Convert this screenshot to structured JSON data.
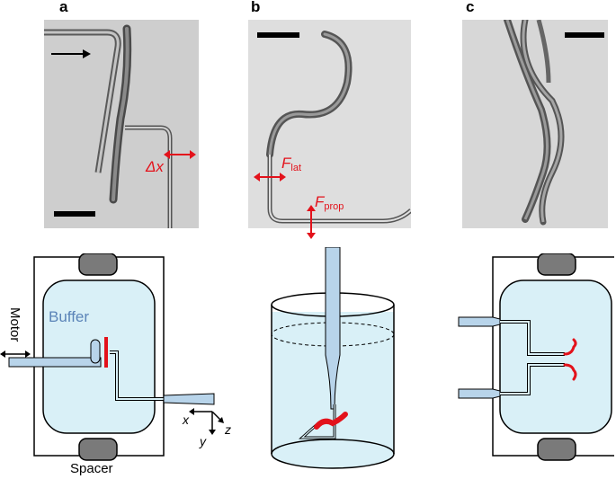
{
  "panels": {
    "a": {
      "letter": "a"
    },
    "b": {
      "letter": "b"
    },
    "c": {
      "letter": "c"
    }
  },
  "annotations": {
    "delta_x": "Δx",
    "f_lat_main": "F",
    "f_lat_sub": "lat",
    "f_prop_main": "F",
    "f_prop_sub": "prop"
  },
  "schematic": {
    "buffer_label": "Buffer",
    "motor_label": "Motor",
    "spacer_label": "Spacer",
    "axis_x": "x",
    "axis_y": "y",
    "axis_z": "z"
  },
  "colors": {
    "buffer_fill": "#d9f0f7",
    "annotation_red": "#e3121b",
    "buffer_text": "#5b84b8",
    "spacer_fill": "#7a7a7a"
  }
}
